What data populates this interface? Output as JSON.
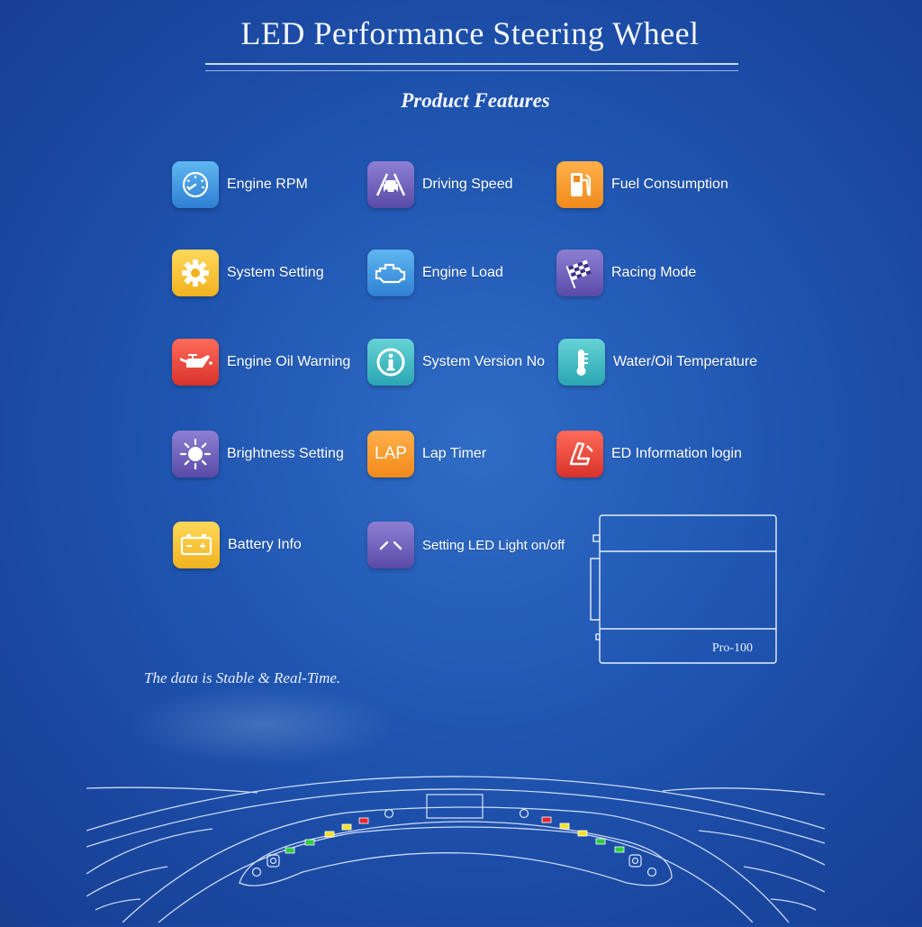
{
  "header": {
    "title": "LED Performance Steering Wheel",
    "subtitle": "Product Features"
  },
  "features": [
    {
      "label": "Engine RPM",
      "icon": "gauge-icon",
      "color": "#3a92de"
    },
    {
      "label": "Driving Speed",
      "icon": "road-car-icon",
      "color": "#6a5cbc"
    },
    {
      "label": "Fuel Consumption",
      "icon": "fuel-pump-icon",
      "color": "#f59a2e"
    },
    {
      "label": "System Setting",
      "icon": "gear-icon",
      "color": "#f5c232"
    },
    {
      "label": "Engine Load",
      "icon": "engine-icon",
      "color": "#3a92de"
    },
    {
      "label": "Racing Mode",
      "icon": "checkered-flag-icon",
      "color": "#6a5cbc"
    },
    {
      "label": "Engine Oil Warning",
      "icon": "oil-can-icon",
      "color": "#e2453a"
    },
    {
      "label": "System Version No",
      "icon": "info-icon",
      "color": "#3ab8c4"
    },
    {
      "label": "Water/Oil Temperature",
      "icon": "thermometer-icon",
      "color": "#3ab8c4"
    },
    {
      "label": "Brightness Setting",
      "icon": "sun-icon",
      "color": "#6a5cbc"
    },
    {
      "label": "Lap Timer",
      "icon": "lap-icon",
      "icon_text": "LAP",
      "color": "#f59a2e"
    },
    {
      "label": "ED Information login",
      "icon": "seat-icon",
      "color": "#e2453a"
    },
    {
      "label": "Battery Info",
      "icon": "battery-icon",
      "color": "#f5c232"
    },
    {
      "label": "Setting LED Light on/off",
      "icon": "led-toggle-icon",
      "color": "#6a5cbc"
    }
  ],
  "footnote": "The data is Stable & Real-Time.",
  "device": {
    "label": "Pro-100"
  },
  "led_colors": {
    "green": "#2ecc40",
    "yellow": "#f5e12a",
    "red": "#e8262a"
  }
}
